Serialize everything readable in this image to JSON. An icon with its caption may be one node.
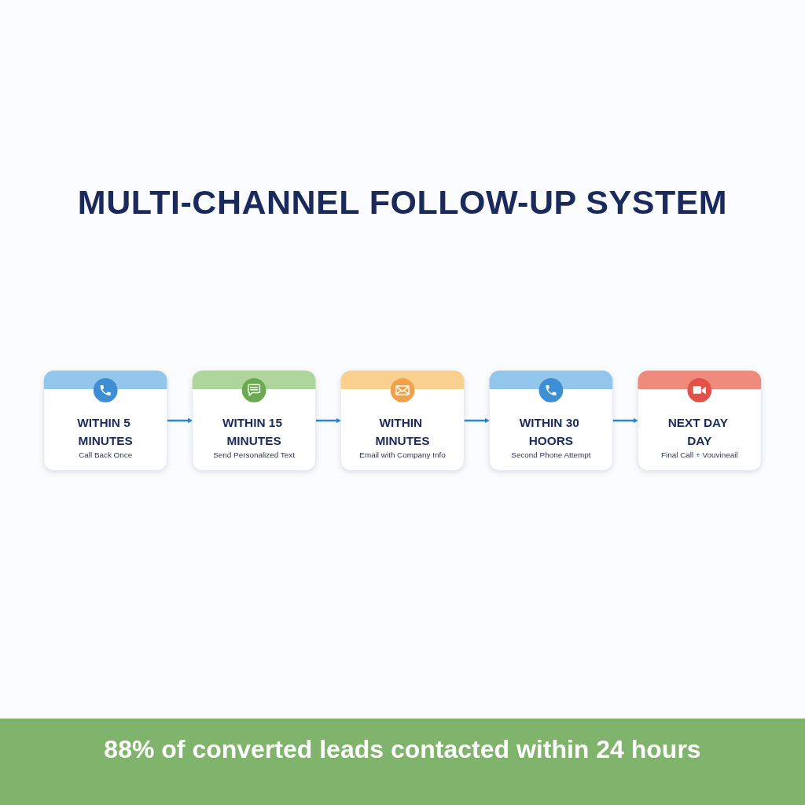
{
  "diagram": {
    "title": "MULTI-CHANNEL FOLLOW-UP SYSTEM",
    "caption": "88% of converted leads contacted within 24 hours",
    "nodes": [
      {
        "text": [
          "WITHIN 5 MINUTES",
          "Call Back Once"
        ]
      },
      {
        "text": [
          "WITHIN 15 MINUTES",
          "Send Personalized Text"
        ]
      },
      {
        "text": [
          "WITHIN MINUTES",
          "Email with Company Info"
        ]
      },
      {
        "text": [
          "WITHIN 30 HOORS",
          "Second Phone Attempt"
        ]
      },
      {
        "text": [
          "NEXT DAY DAY",
          "Final Call + Vouvineail"
        ]
      }
    ],
    "edges": [
      {
        "from": 0,
        "to": 1,
        "arrow": "to"
      },
      {
        "from": 1,
        "to": 2,
        "arrow": "to"
      },
      {
        "from": 2,
        "to": 3,
        "arrow": "to"
      },
      {
        "from": 3,
        "to": 4,
        "arrow": "to"
      }
    ]
  }
}
